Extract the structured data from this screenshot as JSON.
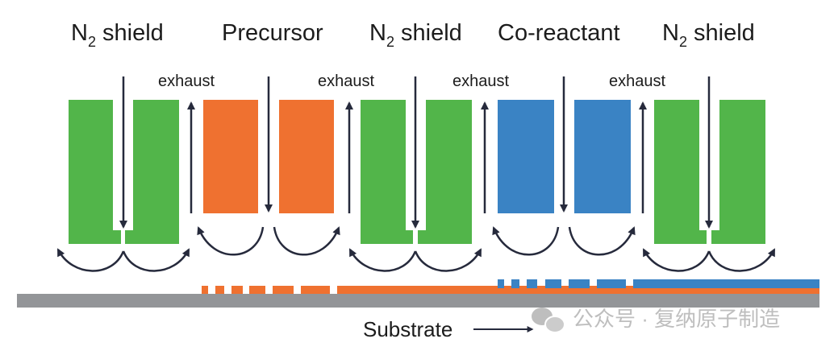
{
  "diagram": {
    "title_labels": [
      {
        "text": "N",
        "sub": "2",
        "rest": " shield"
      },
      {
        "text": "Precursor",
        "sub": "",
        "rest": ""
      },
      {
        "text": "N",
        "sub": "2",
        "rest": " shield"
      },
      {
        "text": "Co-reactant",
        "sub": "",
        "rest": ""
      },
      {
        "text": "N",
        "sub": "2",
        "rest": " shield"
      }
    ],
    "exhaust_label": "exhaust",
    "exhaust_labels": [
      "exhaust",
      "exhaust",
      "exhaust",
      "exhaust"
    ],
    "substrate_label": "Substrate",
    "watermark": "公众号 · 复纳原子制造",
    "heads": [
      {
        "name": "n2-shield-1",
        "type": "shield"
      },
      {
        "name": "precursor",
        "type": "precursor"
      },
      {
        "name": "n2-shield-2",
        "type": "shield"
      },
      {
        "name": "co-reactant",
        "type": "coreactant"
      },
      {
        "name": "n2-shield-3",
        "type": "shield"
      }
    ],
    "layers": [
      "substrate",
      "precursor-film",
      "co-reactant-film"
    ],
    "colors": {
      "shield": "#52b54a",
      "precursor": "#ef7130",
      "coreactant": "#3a83c4",
      "substrate": "#939598",
      "arrow": "#262a3c",
      "text": "#1c1c1c",
      "watermark": "#b3b3b3"
    }
  }
}
